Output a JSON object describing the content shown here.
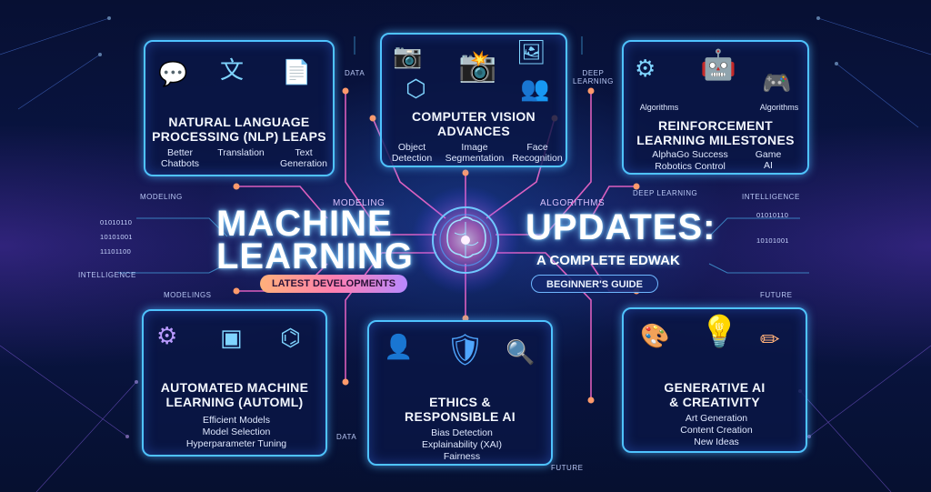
{
  "headline": {
    "line1": "MACHINE",
    "line2": "LEARNING",
    "line3": "UPDATES:",
    "line4": "A COMPLETE EDWAK",
    "badge_left": "LATEST DEVELOPMENTS",
    "badge_right": "BEGINNER'S GUIDE"
  },
  "panels": {
    "nlp": {
      "title_1": "NATURAL LANGUAGE",
      "title_2": "PROCESSING (NLP) LEAPS",
      "items": [
        "Better\nChatbots",
        "Translation",
        "Text\nGeneration"
      ],
      "icons": [
        "chat-bubbles-icon",
        "translate-icon",
        "document-search-icon"
      ]
    },
    "cv": {
      "title_1": "COMPUTER VISION",
      "title_2": "ADVANCES",
      "items": [
        "Object\nDetection",
        "Image\nSegmentation",
        "Face\nRecognition"
      ],
      "icons": [
        "camera-icon",
        "image-icon",
        "people-icon",
        "cube-icon"
      ]
    },
    "rl": {
      "title_1": "REINFORCEMENT",
      "title_2": "LEARNING MILESTONES",
      "items": [
        "AlphaGo Success",
        "Robotics Control",
        "Game\nAI"
      ],
      "labels": [
        "Algorithms",
        "Algorithms"
      ],
      "icons": [
        "gear-screen-icon",
        "robot-icon",
        "gamepad-icon"
      ]
    },
    "automl": {
      "title_1": "AUTOMATED MACHINE",
      "title_2": "LEARNING (AutoML)",
      "items": [
        "Efficient Models",
        "Model Selection",
        "Hyperparameter Tuning"
      ],
      "icons": [
        "gears-icon",
        "chip-icon",
        "circuit-icon"
      ]
    },
    "ethics": {
      "title_1": "ETHICS &",
      "title_2": "RESPONSIBLE AI",
      "items": [
        "Bias Detection",
        "Explainability (XAI)",
        "Fairness"
      ],
      "icons": [
        "user-search-icon",
        "shield-check-icon",
        "magnifier-user-icon"
      ]
    },
    "gen": {
      "title_1": "GENERATIVE AI",
      "title_2": "& CREATIVITY",
      "items": [
        "Art Generation",
        "Content Creation",
        "New Ideas"
      ],
      "icons": [
        "palette-brush-icon",
        "lightbulb-icon",
        "pencil-icon"
      ]
    }
  },
  "tags": {
    "data_top": "DATA",
    "deep_learning_top": "DEEP\nLEARNING",
    "modeling_left": "MODELING",
    "modeling_mid": "MODELING",
    "algorithms_mid": "ALGORITHMS",
    "deep_learning_right": "DEEP LEARNING",
    "intelligence_right": "INTELLIGENCE",
    "intelligence_left": "INTELLIGENCE",
    "modelings_left": "MODELINGS",
    "future_right": "FUTURE",
    "data_bottom": "DATA",
    "future_bottom": "FUTURE",
    "binary": [
      "01010110",
      "10101001",
      "11101100",
      "01010110",
      "10101001"
    ]
  },
  "colors": {
    "accent": "#4fc3ff",
    "wire": "#ff6bd0",
    "node": "#ff9a6b",
    "background": "#071033"
  }
}
